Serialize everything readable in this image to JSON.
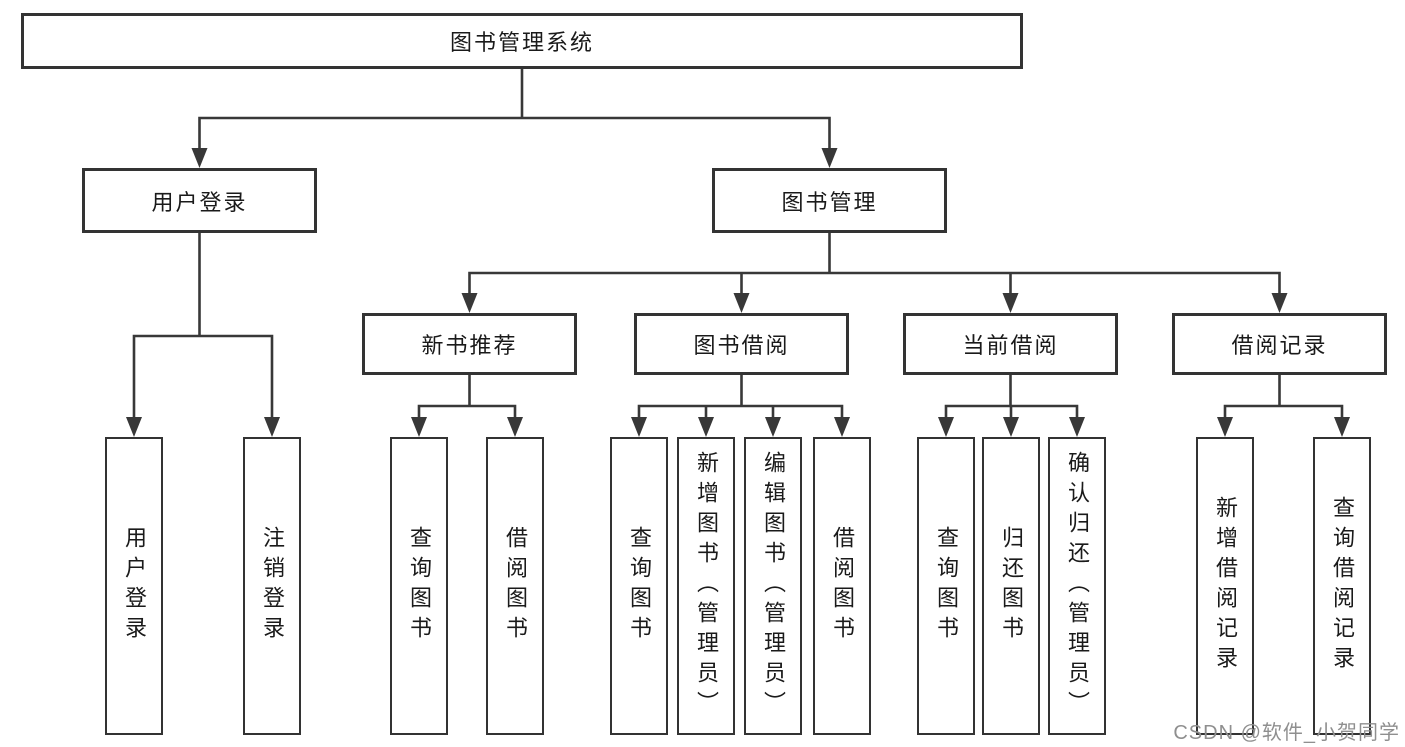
{
  "root": {
    "label": "图书管理系统"
  },
  "level2": [
    {
      "label": "用户登录"
    },
    {
      "label": "图书管理"
    }
  ],
  "level3": [
    {
      "label": "新书推荐"
    },
    {
      "label": "图书借阅"
    },
    {
      "label": "当前借阅"
    },
    {
      "label": "借阅记录"
    }
  ],
  "leaves": [
    {
      "label": "用户登录"
    },
    {
      "label": "注销登录"
    },
    {
      "label": "查询图书"
    },
    {
      "label": "借阅图书"
    },
    {
      "label": "查询图书"
    },
    {
      "label": "新增图书（管理员）"
    },
    {
      "label": "编辑图书（管理员）"
    },
    {
      "label": "借阅图书"
    },
    {
      "label": "查询图书"
    },
    {
      "label": "归还图书"
    },
    {
      "label": "确认归还（管理员）"
    },
    {
      "label": "新增借阅记录"
    },
    {
      "label": "查询借阅记录"
    }
  ],
  "watermark": {
    "text": "CSDN @软件_小贺同学"
  },
  "colors": {
    "line": "#383838",
    "node_border": "#333333",
    "text": "#1a1a1a",
    "watermark": "#8f8f8f",
    "background": "#ffffff"
  }
}
